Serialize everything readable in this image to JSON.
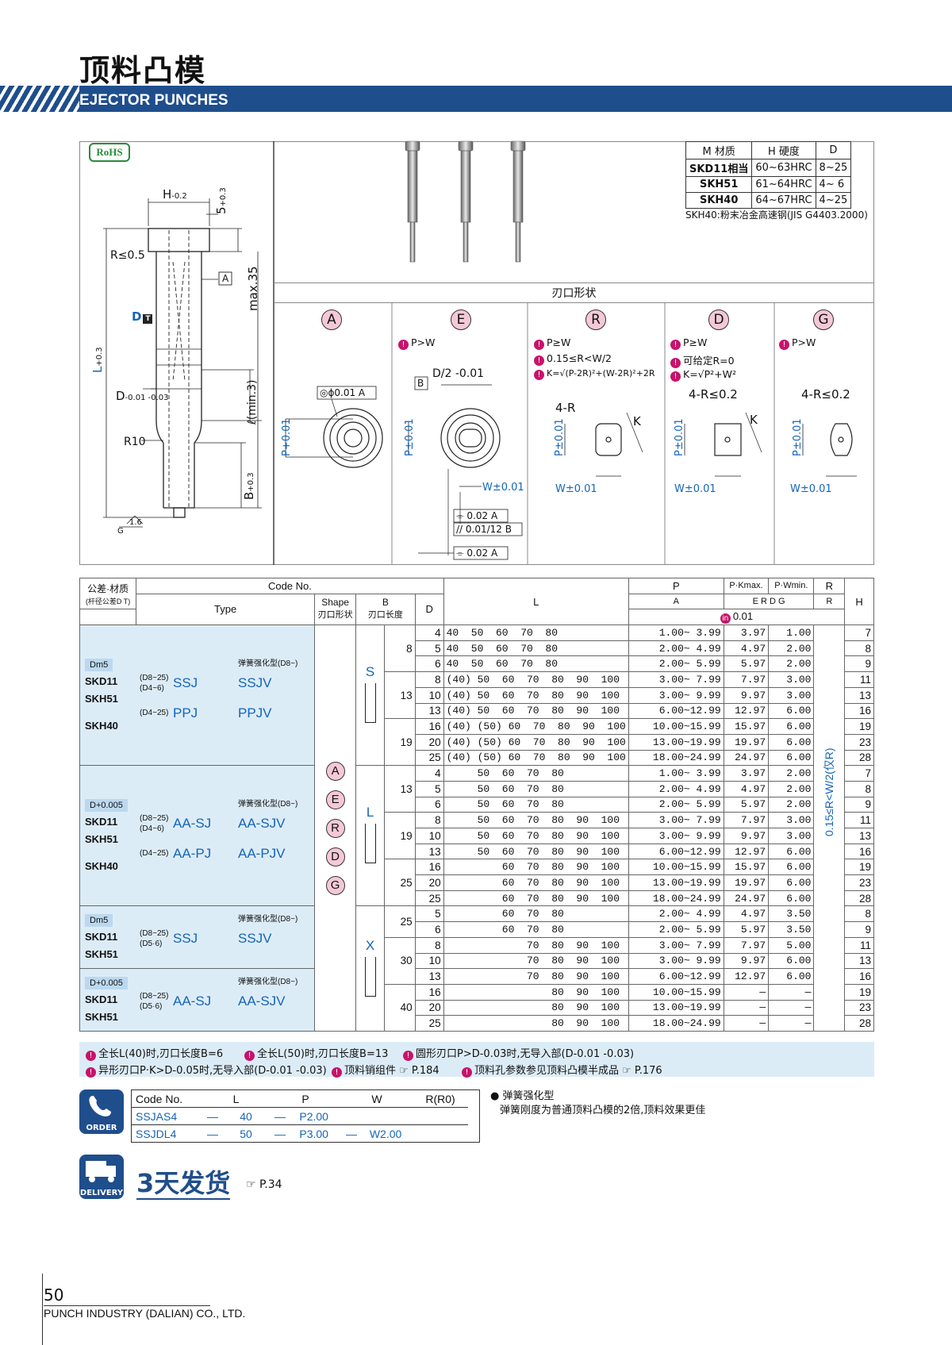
{
  "header": {
    "title_cn": "顶料凸模",
    "title_en": "EJECTOR PUNCHES"
  },
  "rohs": "RoHS",
  "materials": {
    "headers": [
      "M 材质",
      "H 硬度",
      "D"
    ],
    "rows": [
      [
        "SKD11相当",
        "60~63HRC",
        "8~25"
      ],
      [
        "SKH51",
        "61~64HRC",
        "4~ 6"
      ],
      [
        "SKH40",
        "64~67HRC",
        "4~25"
      ]
    ],
    "note": "SKH40:粉末冶金高速钢(JIS G4403.2000)"
  },
  "drawing": {
    "H": "H",
    "H_tol": "-0.2",
    "five": "5",
    "five_tol": "+0.3",
    "R05": "R≤0.5",
    "A": "A",
    "max35": "max.35",
    "DT": "D",
    "L": "L",
    "L_tol": "+0.3",
    "D_tol": "-0.01 -0.03",
    "D": "D",
    "min3": "ℓ(min.3)",
    "R10": "R10",
    "B": "B",
    "B_tol": "+0.3",
    "rough": "1.6",
    "G": "G"
  },
  "shapes": {
    "heading": "刃口形状",
    "A": {
      "letter": "A",
      "flat": "◎ϕ0.01 A",
      "P": "P+0.01"
    },
    "E": {
      "letter": "E",
      "note1": "P>W",
      "D2": "D/2 -0.01",
      "B": "B",
      "P": "P±0.01",
      "W": "W±0.01",
      "tol1": "⌯ 0.02 A",
      "tol2": "// 0.01/12 B",
      "tol3": "⌯ 0.02 A"
    },
    "R": {
      "letter": "R",
      "note1": "P≥W",
      "note2": "0.15≤R<W/2",
      "note3": "K=√(P-2R)²+(W-2R)²+2R",
      "R": "4-R",
      "K": "K",
      "P": "P±0.01",
      "W": "W±0.01"
    },
    "D": {
      "letter": "D",
      "note1": "P≥W",
      "note2": "可给定R=0",
      "note3": "K=√P²+W²",
      "R": "4-R≤0.2",
      "K": "K",
      "P": "P±0.01",
      "W": "W±0.01"
    },
    "G": {
      "letter": "G",
      "note1": "P>W",
      "R": "4-R≤0.2",
      "P": "P±0.01",
      "W": "W±0.01"
    }
  },
  "table": {
    "h_tol": "公差·材质",
    "h_tol2": "(杆径公差D T)",
    "h_code": "Code No.",
    "h_type": "Type",
    "h_shape": "Shape",
    "h_shape2": "刃口形状",
    "h_B": "B",
    "h_B2": "刃口长度",
    "h_D": "D",
    "h_L": "L",
    "h_P": "P",
    "h_Pk": "P·Kmax.",
    "h_Pw": "P·Wmin.",
    "h_R": "R",
    "h_H": "H",
    "h_A": "A",
    "h_ERDG": "E R D G",
    "h_Rr": "R",
    "h_unit": "0.01",
    "groups": [
      {
        "tol": "Dm5",
        "mats": [
          "SKD11",
          "SKH51",
          "SKH40"
        ],
        "spring": "弹簧强化型(D8~)",
        "r1": "(D8~25)",
        "r2": "(D4~6)",
        "r3": "(D4~25)",
        "t1": "SSJ",
        "t2": "PPJ",
        "s1": "SSJV",
        "s2": "PPJV"
      },
      {
        "tol": "D+0.005",
        "mats": [
          "SKD11",
          "SKH51",
          "SKH40"
        ],
        "spring": "弹簧强化型(D8~)",
        "r1": "(D8~25)",
        "r2": "(D4~6)",
        "r3": "(D4~25)",
        "t1": "AA-SJ",
        "t2": "AA-PJ",
        "s1": "AA-SJV",
        "s2": "AA-PJV"
      },
      {
        "tol": "Dm5",
        "mats": [
          "SKD11",
          "SKH51"
        ],
        "spring": "弹簧强化型(D8~)",
        "r1": "(D8~25)",
        "r2": "(D5·6)",
        "t1": "SSJ",
        "s1": "SSJV"
      },
      {
        "tol": "D+0.005",
        "mats": [
          "SKD11",
          "SKH51"
        ],
        "spring": "弹簧强化型(D8~)",
        "r1": "(D8~25)",
        "r2": "(D5·6)",
        "t1": "AA-SJ",
        "s1": "AA-SJV"
      }
    ],
    "shape_letters": [
      "A",
      "E",
      "R",
      "D",
      "G"
    ],
    "b_shapes": [
      "S",
      "L",
      "X"
    ],
    "r_range": "0.15≤R<W/2(仅R)",
    "rows": [
      {
        "B": "8",
        "D": "4",
        "L": "40  50  60  70  80",
        "P": "1.00~ 3.99",
        "K": "3.97",
        "W": "1.00",
        "H": "7"
      },
      {
        "B": "",
        "D": "5",
        "L": "40  50  60  70  80",
        "P": "2.00~ 4.99",
        "K": "4.97",
        "W": "2.00",
        "H": "8"
      },
      {
        "B": "",
        "D": "6",
        "L": "40  50  60  70  80",
        "P": "2.00~ 5.99",
        "K": "5.97",
        "W": "2.00",
        "H": "9"
      },
      {
        "B": "13",
        "D": "8",
        "L": "(40) 50  60  70  80  90  100",
        "P": "3.00~ 7.99",
        "K": "7.97",
        "W": "3.00",
        "H": "11"
      },
      {
        "B": "",
        "D": "10",
        "L": "(40) 50  60  70  80  90  100",
        "P": "3.00~ 9.99",
        "K": "9.97",
        "W": "3.00",
        "H": "13"
      },
      {
        "B": "",
        "D": "13",
        "L": "(40) 50  60  70  80  90  100",
        "P": "6.00~12.99",
        "K": "12.97",
        "W": "6.00",
        "H": "16"
      },
      {
        "B": "19",
        "D": "16",
        "L": "(40) (50) 60  70  80  90  100",
        "P": "10.00~15.99",
        "K": "15.97",
        "W": "6.00",
        "H": "19"
      },
      {
        "B": "",
        "D": "20",
        "L": "(40) (50) 60  70  80  90  100",
        "P": "13.00~19.99",
        "K": "19.97",
        "W": "6.00",
        "H": "23"
      },
      {
        "B": "",
        "D": "25",
        "L": "(40) (50) 60  70  80  90  100",
        "P": "18.00~24.99",
        "K": "24.97",
        "W": "6.00",
        "H": "28"
      },
      {
        "B": "13",
        "D": "4",
        "L": "     50  60  70  80",
        "P": "1.00~ 3.99",
        "K": "3.97",
        "W": "2.00",
        "H": "7"
      },
      {
        "B": "",
        "D": "5",
        "L": "     50  60  70  80",
        "P": "2.00~ 4.99",
        "K": "4.97",
        "W": "2.00",
        "H": "8"
      },
      {
        "B": "",
        "D": "6",
        "L": "     50  60  70  80",
        "P": "2.00~ 5.99",
        "K": "5.97",
        "W": "2.00",
        "H": "9"
      },
      {
        "B": "19",
        "D": "8",
        "L": "     50  60  70  80  90  100",
        "P": "3.00~ 7.99",
        "K": "7.97",
        "W": "3.00",
        "H": "11"
      },
      {
        "B": "",
        "D": "10",
        "L": "     50  60  70  80  90  100",
        "P": "3.00~ 9.99",
        "K": "9.97",
        "W": "3.00",
        "H": "13"
      },
      {
        "B": "",
        "D": "13",
        "L": "     50  60  70  80  90  100",
        "P": "6.00~12.99",
        "K": "12.97",
        "W": "6.00",
        "H": "16"
      },
      {
        "B": "25",
        "D": "16",
        "L": "         60  70  80  90  100",
        "P": "10.00~15.99",
        "K": "15.97",
        "W": "6.00",
        "H": "19"
      },
      {
        "B": "",
        "D": "20",
        "L": "         60  70  80  90  100",
        "P": "13.00~19.99",
        "K": "19.97",
        "W": "6.00",
        "H": "23"
      },
      {
        "B": "",
        "D": "25",
        "L": "         60  70  80  90  100",
        "P": "18.00~24.99",
        "K": "24.97",
        "W": "6.00",
        "H": "28"
      },
      {
        "B": "25",
        "D": "5",
        "L": "         60  70  80",
        "P": "2.00~ 4.99",
        "K": "4.97",
        "W": "3.50",
        "H": "8"
      },
      {
        "B": "",
        "D": "6",
        "L": "         60  70  80",
        "P": "2.00~ 5.99",
        "K": "5.97",
        "W": "3.50",
        "H": "9"
      },
      {
        "B": "30",
        "D": "8",
        "L": "             70  80  90  100",
        "P": "3.00~ 7.99",
        "K": "7.97",
        "W": "5.00",
        "H": "11"
      },
      {
        "B": "",
        "D": "10",
        "L": "             70  80  90  100",
        "P": "3.00~ 9.99",
        "K": "9.97",
        "W": "6.00",
        "H": "13"
      },
      {
        "B": "",
        "D": "13",
        "L": "             70  80  90  100",
        "P": "6.00~12.99",
        "K": "12.97",
        "W": "6.00",
        "H": "16"
      },
      {
        "B": "40",
        "D": "16",
        "L": "                 80  90  100",
        "P": "10.00~15.99",
        "K": "—",
        "W": "—",
        "H": "19"
      },
      {
        "B": "",
        "D": "20",
        "L": "                 80  90  100",
        "P": "13.00~19.99",
        "K": "—",
        "W": "—",
        "H": "23"
      },
      {
        "B": "",
        "D": "25",
        "L": "                 80  90  100",
        "P": "18.00~24.99",
        "K": "—",
        "W": "—",
        "H": "28"
      }
    ]
  },
  "footnotes": {
    "n1": "全长L(40)时,刃口长度B=6",
    "n2": "全长L(50)时,刃口长度B=13",
    "n3": "圆形刃口P>D-0.03时,无导入部(D-0.01 -0.03)",
    "n4": "异形刃口P·K>D-0.05时,无导入部(D-0.01 -0.03)",
    "n5": "顶料销组件 ☞ P.184",
    "n6": "顶料孔参数参见顶料凸模半成品 ☞ P.176"
  },
  "order": {
    "icon": "ORDER",
    "headers": [
      "Code No.",
      "L",
      "P",
      "W",
      "R(R0)"
    ],
    "rows": [
      [
        "SSJAS4",
        "—",
        "40",
        "—",
        "P2.00",
        "",
        ""
      ],
      [
        "SSJDL4",
        "—",
        "50",
        "—",
        "P3.00",
        "—",
        "W2.00"
      ]
    ],
    "spring_title": "● 弹簧强化型",
    "spring_desc": "弹簧刚度为普通顶料凸模的2倍,顶料效果更佳"
  },
  "delivery": {
    "icon": "DELIVERY",
    "text": "3天发货",
    "ref": "☞ P.34"
  },
  "footer": {
    "page": "50",
    "company": "PUNCH INDUSTRY (DALIAN) CO., LTD."
  },
  "colors": {
    "brand": "#1f4e8c",
    "highlight": "#dcecf7",
    "pin": "#c8126b",
    "shape_circle": "#f5c8d8"
  }
}
